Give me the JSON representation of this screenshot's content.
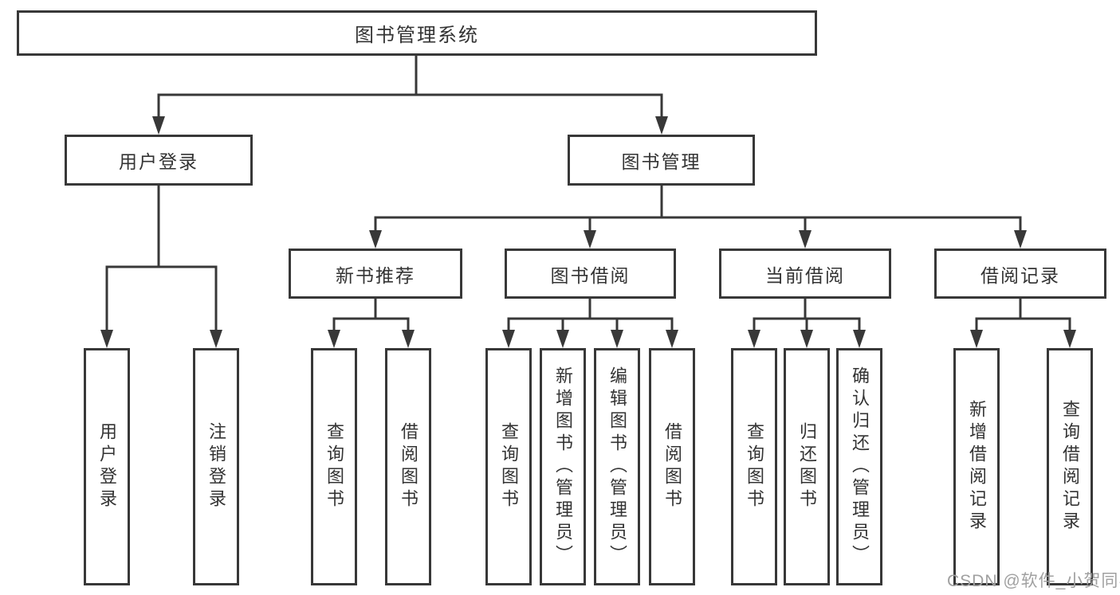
{
  "nodes": {
    "root": {
      "label": "图书管理系统"
    },
    "user_login": {
      "label": "用户登录"
    },
    "book_mgmt": {
      "label": "图书管理"
    },
    "new_book": {
      "label": "新书推荐"
    },
    "book_borrow": {
      "label": "图书借阅"
    },
    "current_borrow": {
      "label": "当前借阅"
    },
    "borrow_record": {
      "label": "借阅记录"
    }
  },
  "leaves": [
    {
      "parent": "用户登录",
      "label": "用户登录"
    },
    {
      "parent": "用户登录",
      "label": "注销登录"
    },
    {
      "parent": "新书推荐",
      "label": "查询图书"
    },
    {
      "parent": "新书推荐",
      "label": "借阅图书"
    },
    {
      "parent": "图书借阅",
      "label": "查询图书"
    },
    {
      "parent": "图书借阅",
      "label": "新增图书（管理员）"
    },
    {
      "parent": "图书借阅",
      "label": "编辑图书（管理员）"
    },
    {
      "parent": "图书借阅",
      "label": "借阅图书"
    },
    {
      "parent": "当前借阅",
      "label": "查询图书"
    },
    {
      "parent": "当前借阅",
      "label": "归还图书"
    },
    {
      "parent": "当前借阅",
      "label": "确认归还（管理员）"
    },
    {
      "parent": "借阅记录",
      "label": "新增借阅记录"
    },
    {
      "parent": "借阅记录",
      "label": "查询借阅记录"
    }
  ],
  "watermark": "CSDN @软件_小贺同学",
  "colors": {
    "line": "#383838",
    "text": "#333333",
    "box_fill": "#ffffff",
    "watermark": "#a0a0a0",
    "background": "#ffffff"
  }
}
